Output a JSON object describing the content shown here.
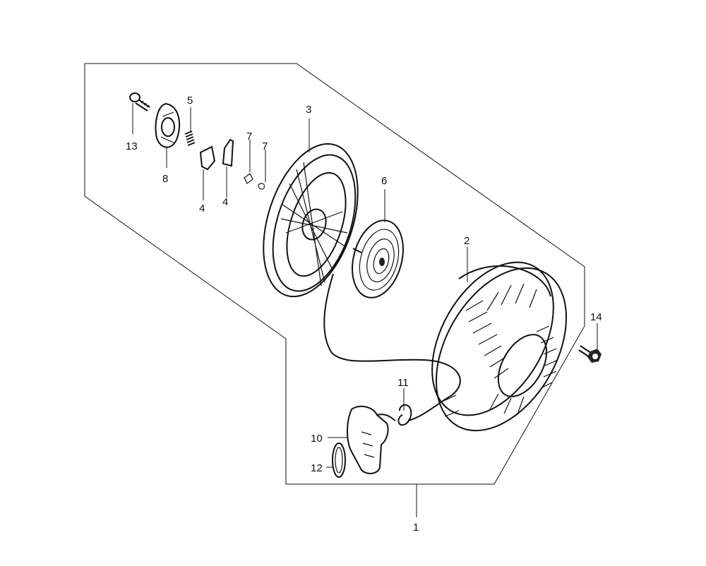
{
  "diagram": {
    "callouts": {
      "c1": "1",
      "c2": "2",
      "c3": "3",
      "c4a": "4",
      "c4b": "4",
      "c5": "5",
      "c6": "6",
      "c7a": "7",
      "c7b": "7",
      "c8": "8",
      "c10": "10",
      "c11": "11",
      "c12": "12",
      "c13": "13",
      "c14": "14"
    }
  }
}
